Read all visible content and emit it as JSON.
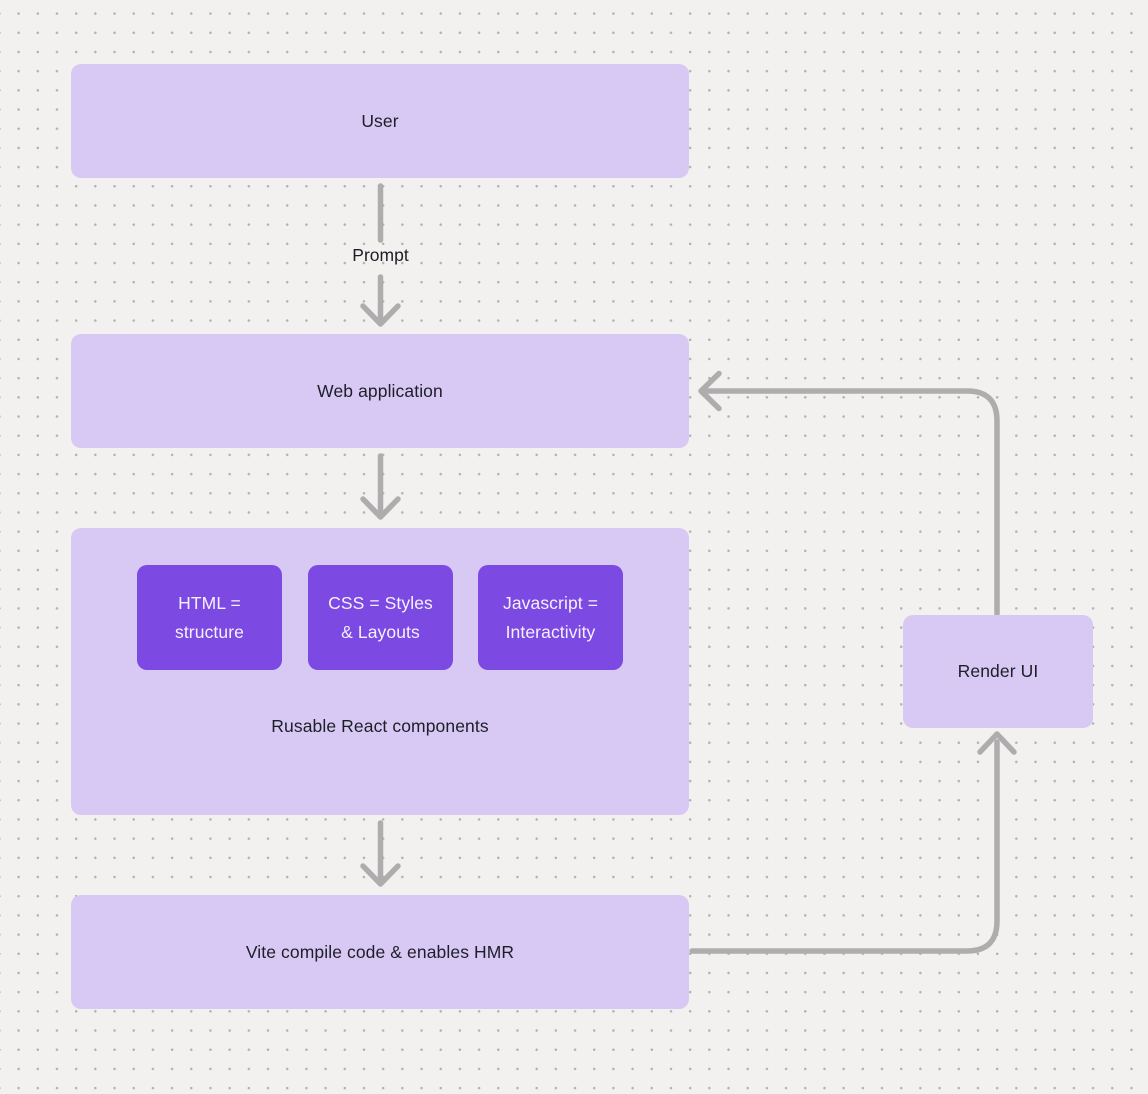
{
  "colors": {
    "canvas_bg": "#f2f1ef",
    "dot_grid": "#b4b2af",
    "node_light_purple": "#d7c9f4",
    "pill_purple": "#7c49e2",
    "arrow_gray": "#aeacad",
    "text_dark": "#1e1e28",
    "text_on_purple": "#f5f1fd"
  },
  "diagram": {
    "nodes": {
      "user": {
        "label": "User"
      },
      "web_application": {
        "label": "Web application"
      },
      "components_group": {
        "caption": "Rusable React components",
        "children": [
          {
            "label": "HTML = structure"
          },
          {
            "label": "CSS = Styles & Layouts"
          },
          {
            "label": "Javascript = Interactivity"
          }
        ]
      },
      "vite": {
        "label": "Vite compile code & enables HMR"
      },
      "render_ui": {
        "label": "Render UI"
      }
    },
    "edges": [
      {
        "from": "user",
        "to": "web_application",
        "label": "Prompt",
        "arrow": "down"
      },
      {
        "from": "web_application",
        "to": "components_group",
        "label": "",
        "arrow": "down"
      },
      {
        "from": "components_group",
        "to": "vite",
        "label": "",
        "arrow": "down"
      },
      {
        "from": "vite",
        "to": "render_ui",
        "label": "",
        "arrow": "right-then-up"
      },
      {
        "from": "render_ui",
        "to": "web_application",
        "label": "",
        "arrow": "up-then-left"
      }
    ]
  }
}
